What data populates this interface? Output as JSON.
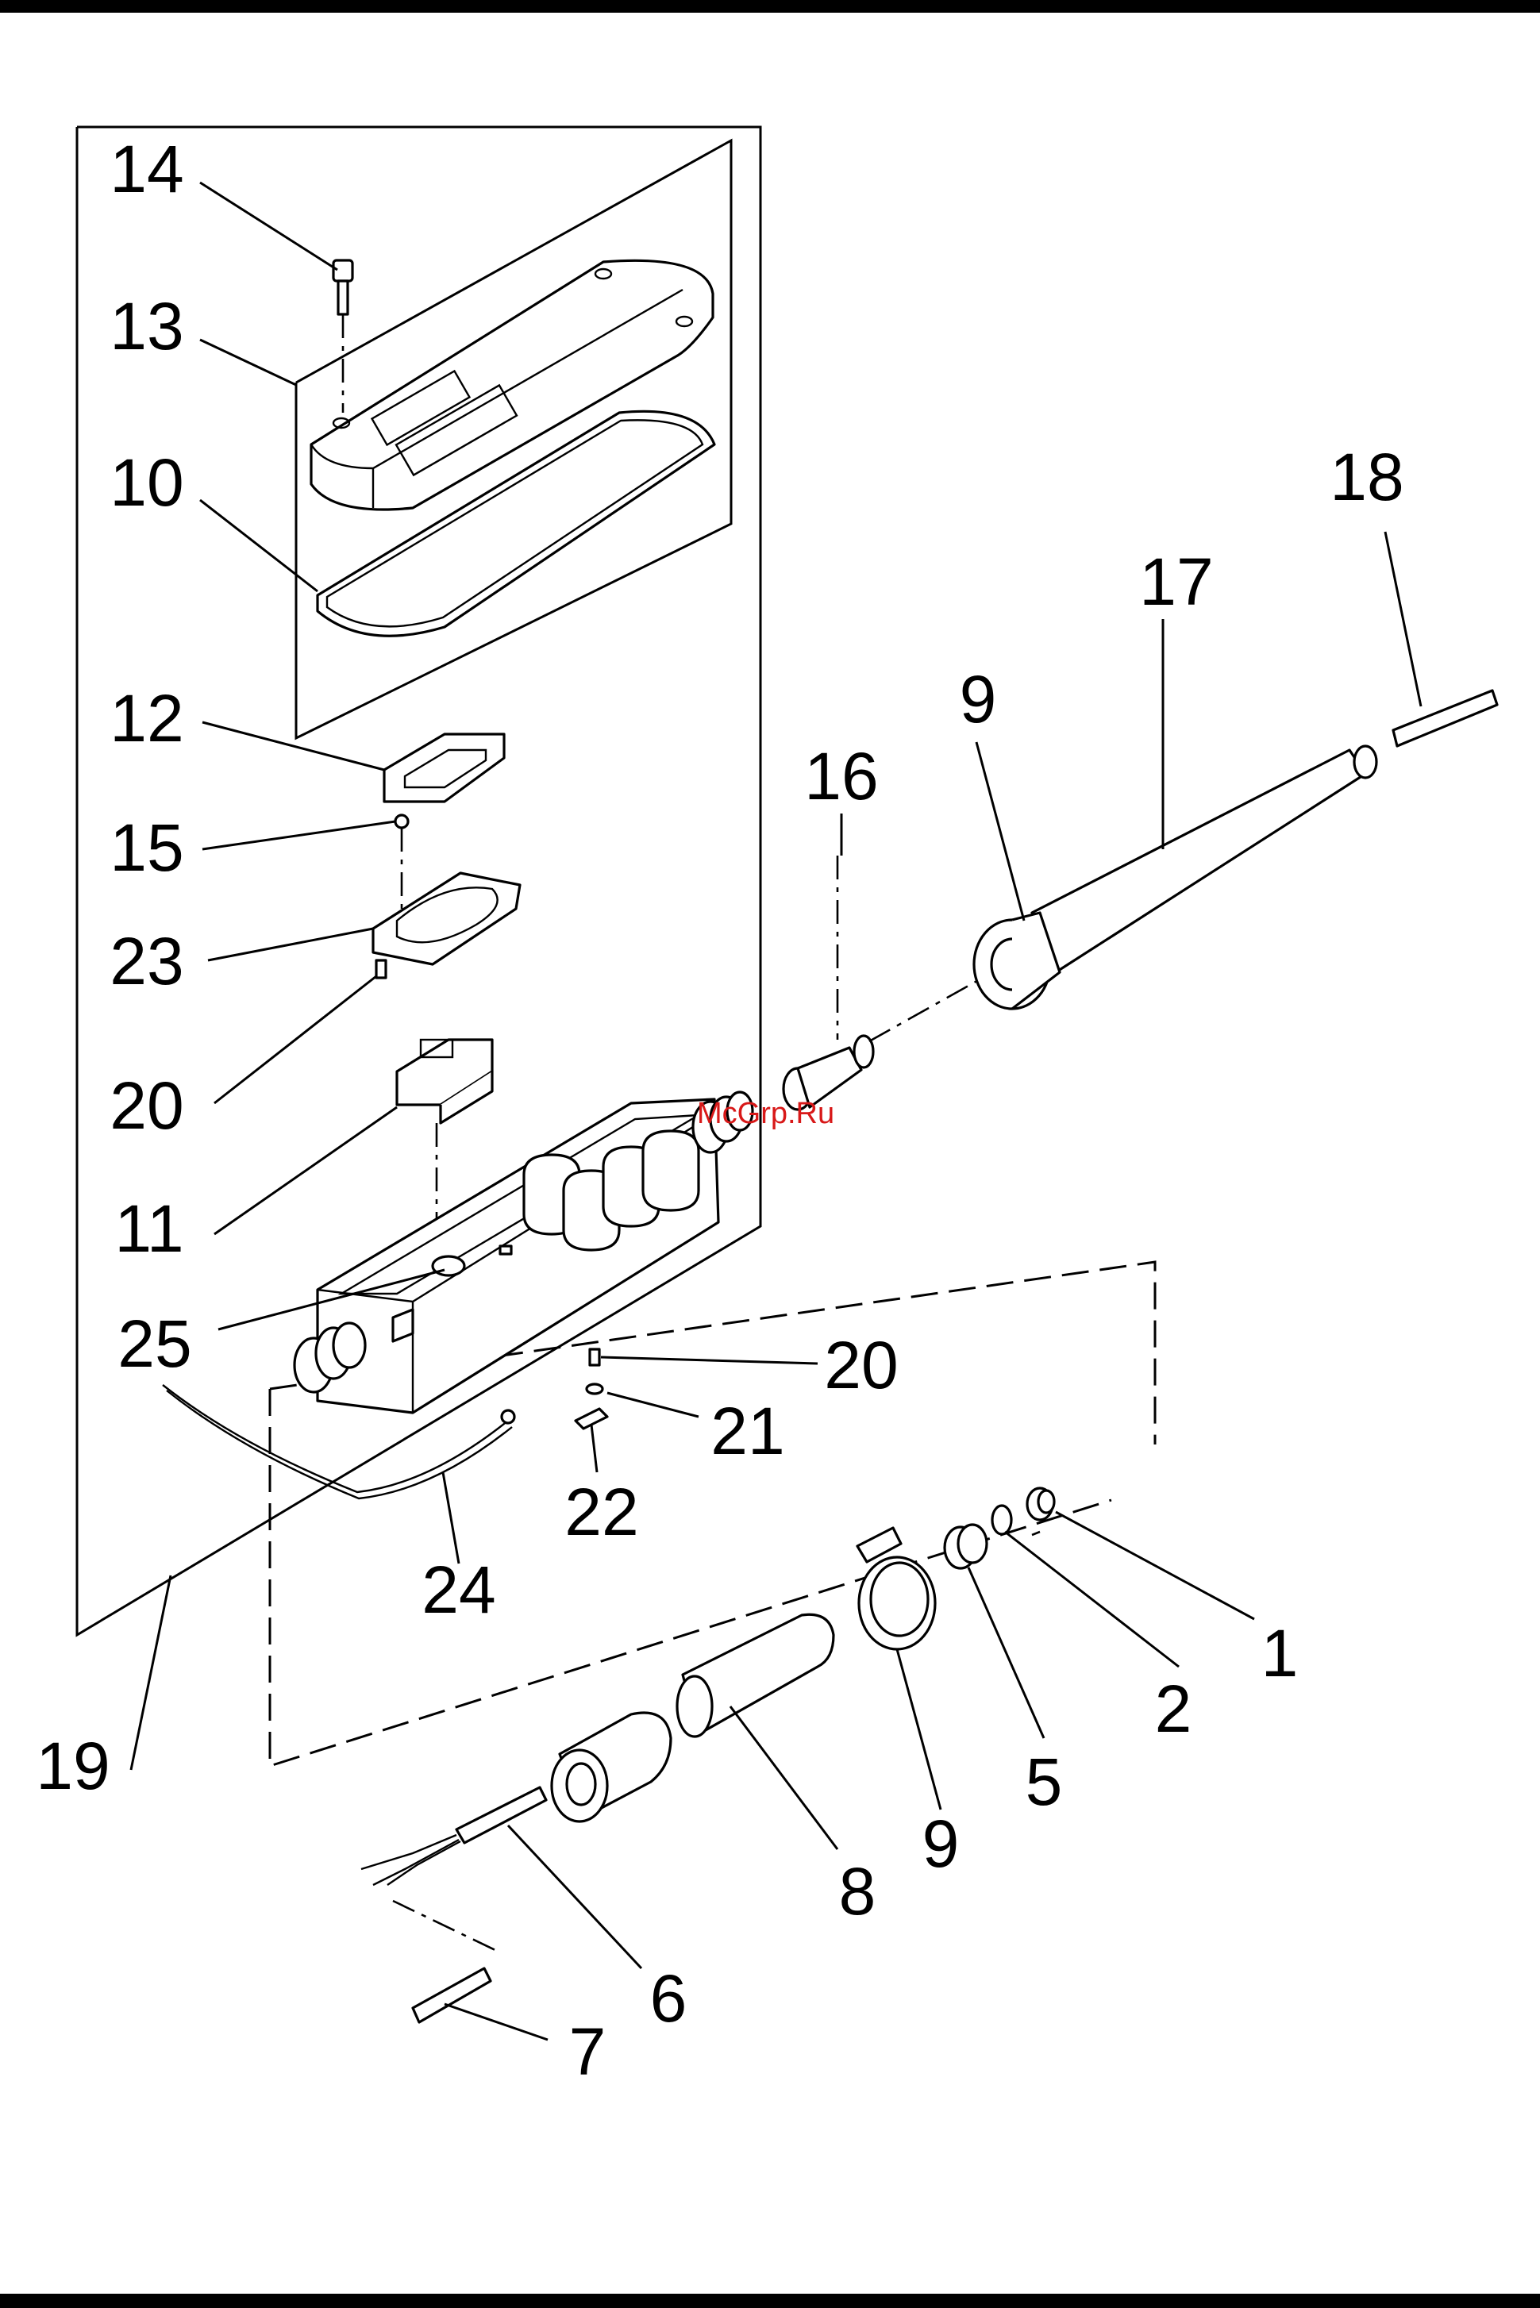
{
  "diagram": {
    "callouts": [
      "14",
      "13",
      "10",
      "12",
      "15",
      "23",
      "20",
      "11",
      "25",
      "16",
      "9",
      "17",
      "18",
      "20",
      "21",
      "22",
      "24",
      "19",
      "1",
      "2",
      "5",
      "9",
      "8",
      "6",
      "7"
    ],
    "watermark": "McGrp.Ru"
  }
}
